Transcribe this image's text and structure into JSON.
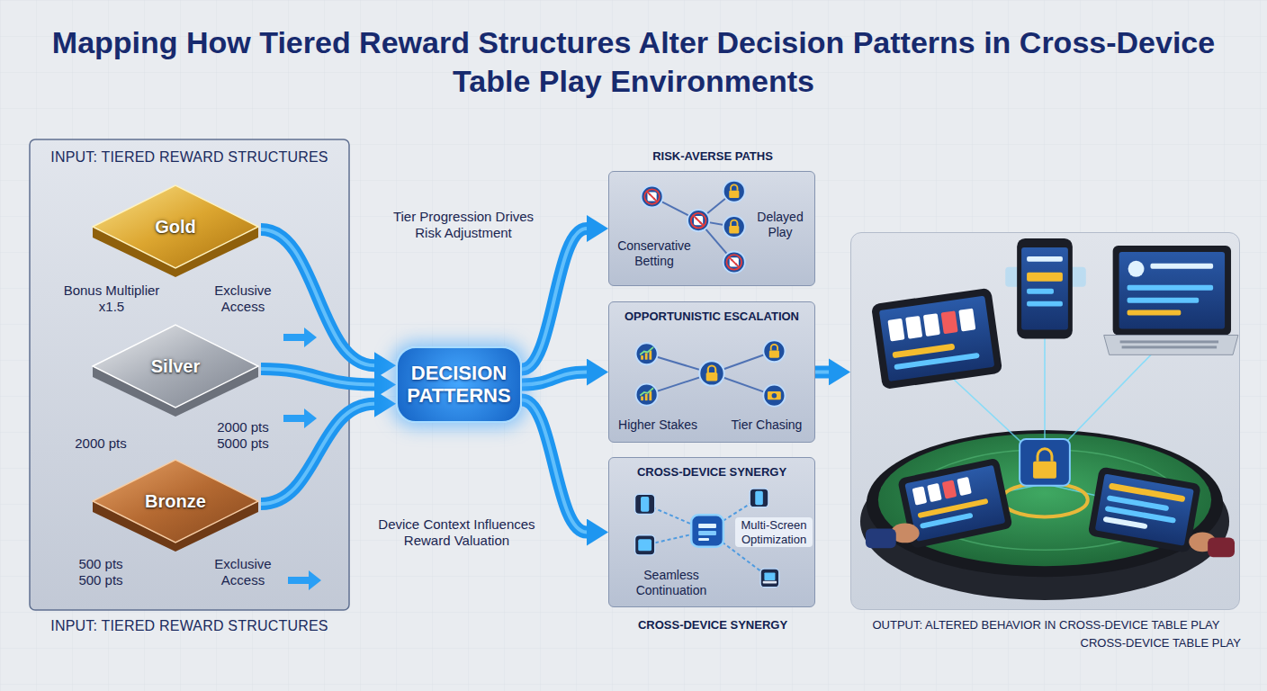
{
  "diagram": {
    "title": "Mapping How Tiered Reward Structures Alter Decision Patterns in Cross-Device Table Play Environments",
    "nodes": [
      {
        "text": [
          "INPUT: TIERED REWARD STRUCTURES",
          "INPUT: TIERED REWARD STRUCTURES"
        ]
      },
      {
        "text": [
          "Gold"
        ],
        "in": 0
      },
      {
        "text": [
          "Silver"
        ],
        "in": 0
      },
      {
        "text": [
          "Bronze"
        ],
        "in": 0
      },
      {
        "text": [
          "DECISION PATTERNS"
        ]
      },
      {
        "text": [
          "RISK-AVERSE PATHS",
          "Conservative Betting",
          "Delayed Play"
        ]
      },
      {
        "text": [
          "OPPORTUNISTIC ESCALATION",
          "Higher Stakes",
          "Tier Chasing"
        ]
      },
      {
        "text": [
          "CROSS-DEVICE SYNERGY",
          "Seamless Continuation",
          "Multi-Screen Optimization",
          "CROSS-DEVICE SYNERGY"
        ]
      },
      {
        "text": [
          "OUTPUT: ALTERED BEHAVIOR IN CROSS-DEVICE TABLE PLAY",
          "CROSS-DEVICE TABLE PLAY"
        ]
      }
    ],
    "edges": [
      {
        "from": 1,
        "to": 4,
        "arrow": "to",
        "label": "Tier Progression Drives Risk Adjustment"
      },
      {
        "from": 2,
        "to": 4,
        "arrow": "to"
      },
      {
        "from": 3,
        "to": 4,
        "arrow": "to",
        "label": "Device Context Influences Reward Valuation"
      },
      {
        "from": 4,
        "to": 5,
        "arrow": "to"
      },
      {
        "from": 4,
        "to": 6,
        "arrow": "to"
      },
      {
        "from": 4,
        "to": 7,
        "arrow": "to"
      },
      {
        "from": 6,
        "to": 8,
        "arrow": "to"
      }
    ],
    "labels": [
      "Bonus Multiplier x1.5",
      "Exclusive Access",
      "2000 pts 5000 pts",
      "2000 pts",
      "500 pts 500 pts",
      "Exclusive Access"
    ]
  }
}
